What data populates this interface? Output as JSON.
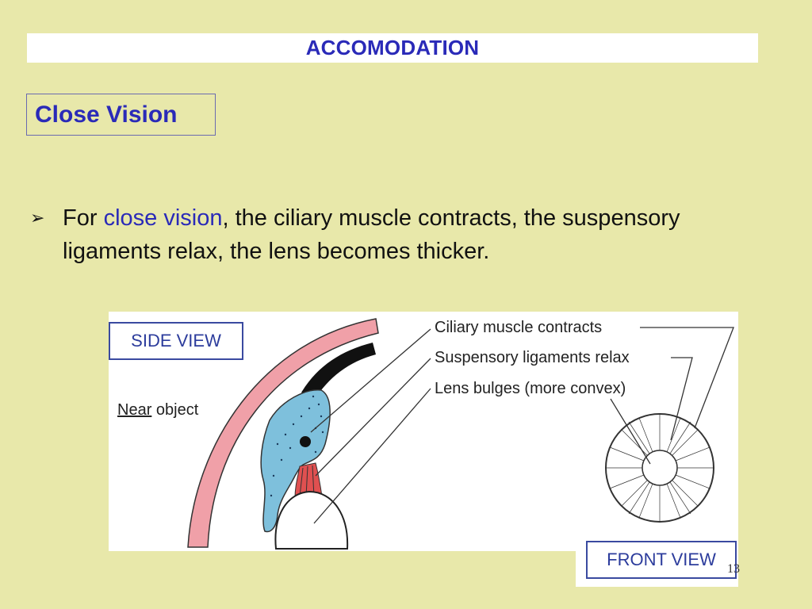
{
  "title": "ACCOMODATION",
  "subtitle": "Close Vision",
  "bullet": {
    "marker": "➢",
    "prefix": "For ",
    "highlight": "close vision",
    "suffix": ", the ciliary muscle contracts, the suspensory ligaments relax, the lens becomes thicker."
  },
  "figure": {
    "side_view_label": "SIDE VIEW",
    "front_view_label": "FRONT VIEW",
    "near_word": "Near",
    "object_word": " object",
    "labels": [
      "Ciliary muscle contracts",
      "Suspensory ligaments relax",
      "Lens bulges (more convex)"
    ]
  },
  "page_number": "13",
  "colors": {
    "background": "#e8e8aa",
    "accent": "#2a2ab8",
    "sclera": "#f0a0a8",
    "ciliary": "#7ec0dc",
    "ligament": "#e05050"
  }
}
